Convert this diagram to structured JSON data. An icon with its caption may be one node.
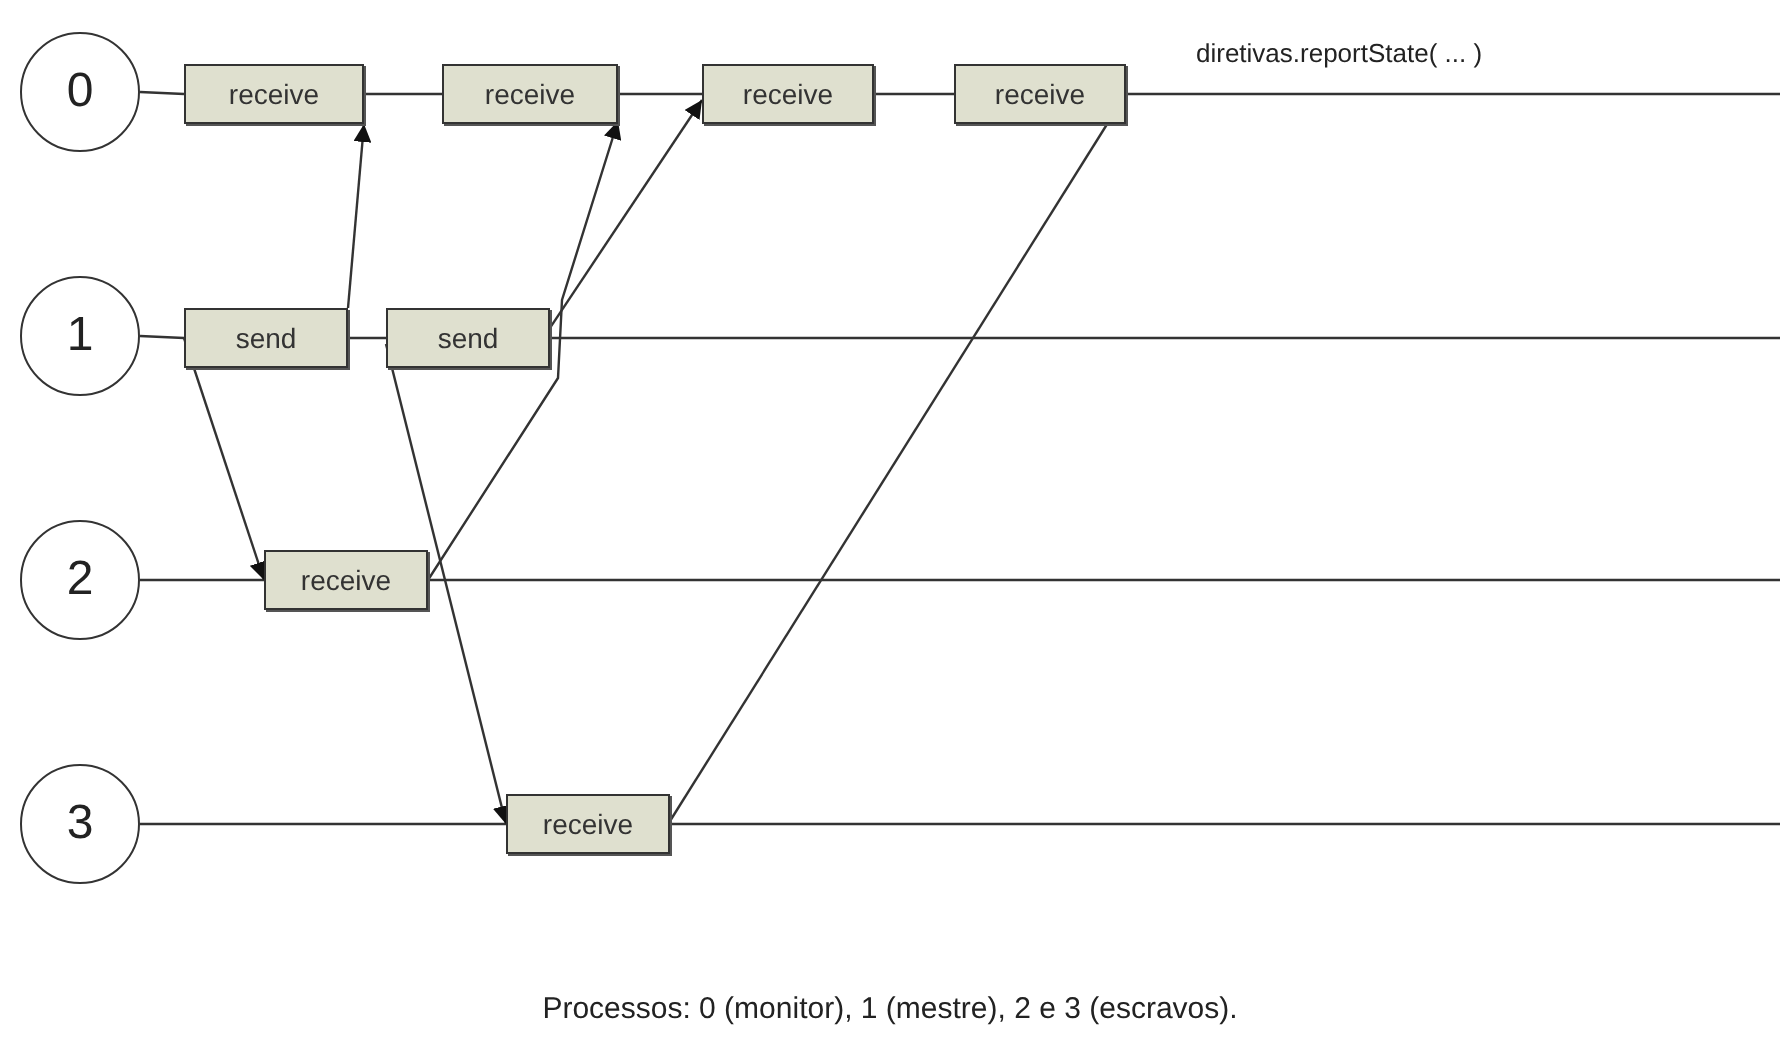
{
  "diagram": {
    "caption": "Processos: 0 (monitor), 1 (mestre), 2 e 3 (escravos).",
    "nodes": [
      {
        "text": [
          "0"
        ]
      },
      {
        "text": [
          "receive"
        ]
      },
      {
        "text": [
          "receive"
        ]
      },
      {
        "text": [
          "receive"
        ]
      },
      {
        "text": [
          "receive"
        ]
      },
      {
        "text": [
          "1"
        ]
      },
      {
        "text": [
          "send"
        ]
      },
      {
        "text": [
          "send"
        ]
      },
      {
        "text": [
          "2"
        ]
      },
      {
        "text": [
          "receive"
        ]
      },
      {
        "text": [
          "3"
        ]
      },
      {
        "text": [
          "receive"
        ]
      }
    ],
    "edges": [
      {
        "from": 0,
        "to": 1,
        "arrow": "none"
      },
      {
        "from": 1,
        "to": 2,
        "arrow": "none"
      },
      {
        "from": 2,
        "to": 3,
        "arrow": "none"
      },
      {
        "from": 3,
        "to": 4,
        "arrow": "none"
      },
      {
        "from": 4,
        "to": null,
        "arrow": "none"
      },
      {
        "from": 5,
        "to": 6,
        "arrow": "none"
      },
      {
        "from": 6,
        "to": 7,
        "arrow": "none"
      },
      {
        "from": 7,
        "to": null,
        "arrow": "none"
      },
      {
        "from": 8,
        "to": 9,
        "arrow": "none"
      },
      {
        "from": 9,
        "to": null,
        "arrow": "none"
      },
      {
        "from": 10,
        "to": 11,
        "arrow": "none"
      },
      {
        "from": 11,
        "to": null,
        "arrow": "none"
      },
      {
        "from": 6,
        "to": 1,
        "arrow": "to"
      },
      {
        "from": 7,
        "to": 3,
        "arrow": "to"
      },
      {
        "from": 11,
        "to": 4,
        "arrow": "to"
      },
      {
        "from": 6,
        "to": 9,
        "arrow": "to"
      },
      {
        "from": 7,
        "to": 11,
        "arrow": "to"
      },
      {
        "from": 9,
        "to": 2,
        "arrow": "to"
      }
    ],
    "labels": [
      "diretivas.reportState( ... )"
    ]
  }
}
